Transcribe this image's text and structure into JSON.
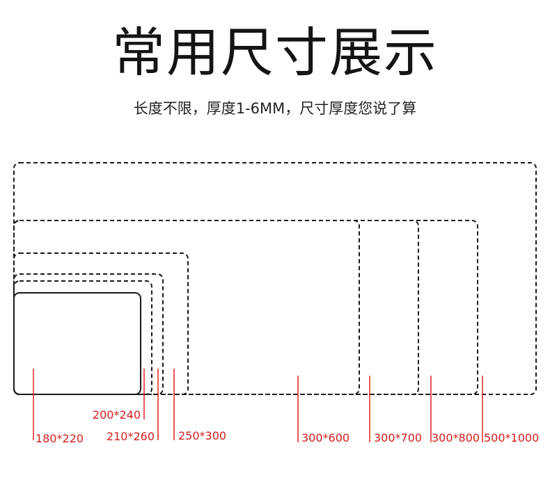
{
  "header": {
    "title": "常用尺寸展示",
    "subtitle": "长度不限，厚度1-6MM，尺寸厚度您说了算"
  },
  "colors": {
    "outline": "#1a1a1a",
    "marker": "#e02424",
    "label": "#d41e1e"
  },
  "sizes": [
    {
      "label": "180*220",
      "solid_outline": true
    },
    {
      "label": "200*240",
      "solid_outline": false
    },
    {
      "label": "210*260",
      "solid_outline": false
    },
    {
      "label": "250*300",
      "solid_outline": false
    },
    {
      "label": "300*600",
      "solid_outline": false
    },
    {
      "label": "300*700",
      "solid_outline": false
    },
    {
      "label": "300*800",
      "solid_outline": false
    },
    {
      "label": "500*1000",
      "solid_outline": false
    }
  ]
}
